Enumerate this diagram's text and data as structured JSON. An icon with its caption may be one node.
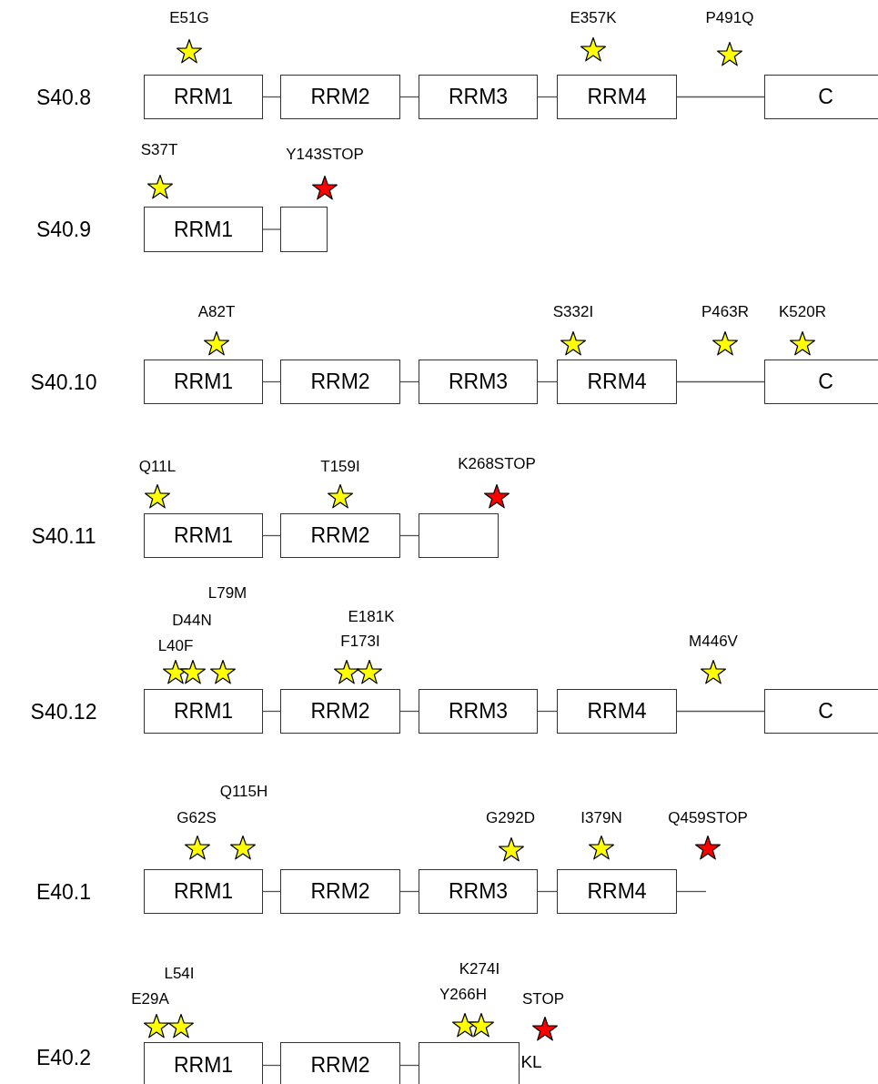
{
  "diagram": {
    "nodes": [
      {
        "text": [
          "RRM1"
        ]
      },
      {
        "text": [
          "RRM2"
        ]
      },
      {
        "text": [
          "RRM3"
        ]
      },
      {
        "text": [
          "RRM4"
        ]
      },
      {
        "text": [
          "C"
        ]
      },
      {
        "text": [
          "RRM1"
        ]
      },
      {
        "text": [],
        "shape": "box"
      },
      {
        "text": [
          "RRM1"
        ]
      },
      {
        "text": [
          "RRM2"
        ]
      },
      {
        "text": [
          "RRM3"
        ]
      },
      {
        "text": [
          "RRM4"
        ]
      },
      {
        "text": [
          "C"
        ]
      },
      {
        "text": [
          "RRM1"
        ]
      },
      {
        "text": [
          "RRM2"
        ]
      },
      {
        "text": [],
        "shape": "box"
      },
      {
        "text": [
          "RRM1"
        ]
      },
      {
        "text": [
          "RRM2"
        ]
      },
      {
        "text": [
          "RRM3"
        ]
      },
      {
        "text": [
          "RRM4"
        ]
      },
      {
        "text": [
          "C"
        ]
      },
      {
        "text": [
          "RRM1"
        ]
      },
      {
        "text": [
          "RRM2"
        ]
      },
      {
        "text": [
          "RRM3"
        ]
      },
      {
        "text": [
          "RRM4"
        ]
      },
      {
        "text": [
          "RRM1"
        ]
      },
      {
        "text": [
          "RRM2"
        ]
      },
      {
        "text": [],
        "shape": "box",
        "beside": [
          "KL"
        ]
      }
    ],
    "edges": [
      {
        "from": 0,
        "to": 1,
        "arrow": "none"
      },
      {
        "from": 1,
        "to": 2,
        "arrow": "none"
      },
      {
        "from": 2,
        "to": 3,
        "arrow": "none"
      },
      {
        "from": 3,
        "to": 4,
        "arrow": "none"
      },
      {
        "from": 5,
        "to": 6,
        "arrow": "none"
      },
      {
        "from": 7,
        "to": 8,
        "arrow": "none"
      },
      {
        "from": 8,
        "to": 9,
        "arrow": "none"
      },
      {
        "from": 9,
        "to": 10,
        "arrow": "none"
      },
      {
        "from": 10,
        "to": 11,
        "arrow": "none"
      },
      {
        "from": 12,
        "to": 13,
        "arrow": "none"
      },
      {
        "from": 13,
        "to": 14,
        "arrow": "none"
      },
      {
        "from": 15,
        "to": 16,
        "arrow": "none"
      },
      {
        "from": 16,
        "to": 17,
        "arrow": "none"
      },
      {
        "from": 17,
        "to": 18,
        "arrow": "none"
      },
      {
        "from": 18,
        "to": 19,
        "arrow": "none"
      },
      {
        "from": 20,
        "to": 21,
        "arrow": "none"
      },
      {
        "from": 21,
        "to": 22,
        "arrow": "none"
      },
      {
        "from": 22,
        "to": 23,
        "arrow": "none"
      },
      {
        "from": 23,
        "to": null,
        "arrow": "none"
      },
      {
        "from": 24,
        "to": 25,
        "arrow": "none"
      },
      {
        "from": 25,
        "to": 26,
        "arrow": "none"
      }
    ],
    "labels": [
      "E51G",
      "E357K",
      "P491Q",
      "S40.8",
      "S37T",
      "Y143STOP",
      "S40.9",
      "A82T",
      "S332I",
      "P463R",
      "K520R",
      "S40.10",
      "Q11L",
      "T159I",
      "K268STOP",
      "S40.11",
      "L79M",
      "D44N",
      "E181K",
      "L40F",
      "F173I",
      "M446V",
      "S40.12",
      "Q115H",
      "G62S",
      "G292D",
      "I379N",
      "Q459STOP",
      "E40.1",
      "L54I",
      "K274I",
      "E29A",
      "Y266H",
      "STOP",
      "E40.2"
    ]
  }
}
